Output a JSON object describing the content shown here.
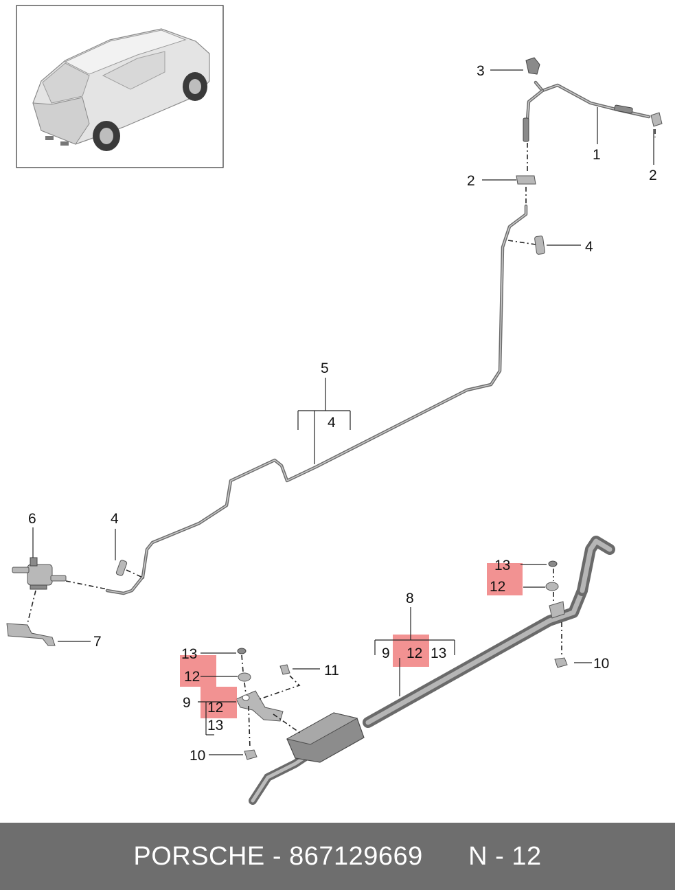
{
  "callouts": {
    "c1": "1",
    "c2a": "2",
    "c2b": "2",
    "c3": "3",
    "c4a": "4",
    "c4b": "4",
    "c4c": "4",
    "c5": "5",
    "c6": "6",
    "c7": "7",
    "c8": "8",
    "c9a": "9",
    "c9b": "9",
    "c10a": "10",
    "c10b": "10",
    "c11": "11",
    "c12a": "12",
    "c12b": "12",
    "c12c": "12",
    "c12d": "12",
    "c13a": "13",
    "c13b": "13",
    "c13c": "13",
    "c13d": "13"
  },
  "highlight_color": "#f07f7f",
  "footer": {
    "brand": "PORSCHE",
    "separator": " - ",
    "part_number": "867129669",
    "position": "N - 12"
  }
}
